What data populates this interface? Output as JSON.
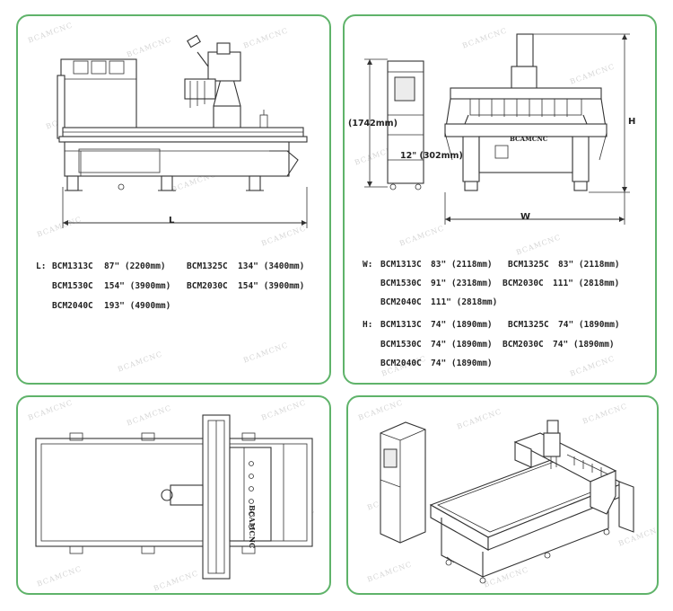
{
  "brand": {
    "watermark": "BCAMCNC",
    "machine_label": "BCAMCNC"
  },
  "colors": {
    "panel_border": "#5fb36a",
    "line": "#333333",
    "watermark": "#d6d6d6"
  },
  "panel_front": {
    "dimension_label": "L",
    "specs": {
      "prefix": "L:",
      "rows": [
        [
          {
            "model": "BCM1313C",
            "value": "87\" (2200mm)"
          },
          {
            "model": "BCM1325C",
            "value": "134\" (3400mm)"
          }
        ],
        [
          {
            "model": "BCM1530C",
            "value": "154\" (3900mm)"
          },
          {
            "model": "BCM2030C",
            "value": "154\" (3900mm)"
          }
        ],
        [
          {
            "model": "BCM2040C",
            "value": "193\" (4900mm)"
          }
        ]
      ]
    }
  },
  "panel_side": {
    "height_label": "(1742mm)",
    "depth_label": "12\" (302mm)",
    "h_label": "H",
    "w_label": "W",
    "width_specs": {
      "prefix": "W:",
      "rows": [
        [
          {
            "model": "BCM1313C",
            "value": "83\" (2118mm)"
          },
          {
            "model": "BCM1325C",
            "value": "83\" (2118mm)"
          }
        ],
        [
          {
            "model": "BCM1530C",
            "value": "91\" (2318mm)"
          },
          {
            "model": "BCM2030C",
            "value": "111\" (2818mm)"
          }
        ],
        [
          {
            "model": "BCM2040C",
            "value": "111\" (2818mm)"
          }
        ]
      ]
    },
    "height_specs": {
      "prefix": "H:",
      "rows": [
        [
          {
            "model": "BCM1313C",
            "value": "74\" (1890mm)"
          },
          {
            "model": "BCM1325C",
            "value": "74\" (1890mm)"
          }
        ],
        [
          {
            "model": "BCM1530C",
            "value": "74\" (1890mm)"
          },
          {
            "model": "BCM2030C",
            "value": "74\" (1890mm)"
          }
        ],
        [
          {
            "model": "BCM2040C",
            "value": "74\" (1890mm)"
          }
        ]
      ]
    }
  },
  "panel_top": {},
  "panel_iso": {}
}
